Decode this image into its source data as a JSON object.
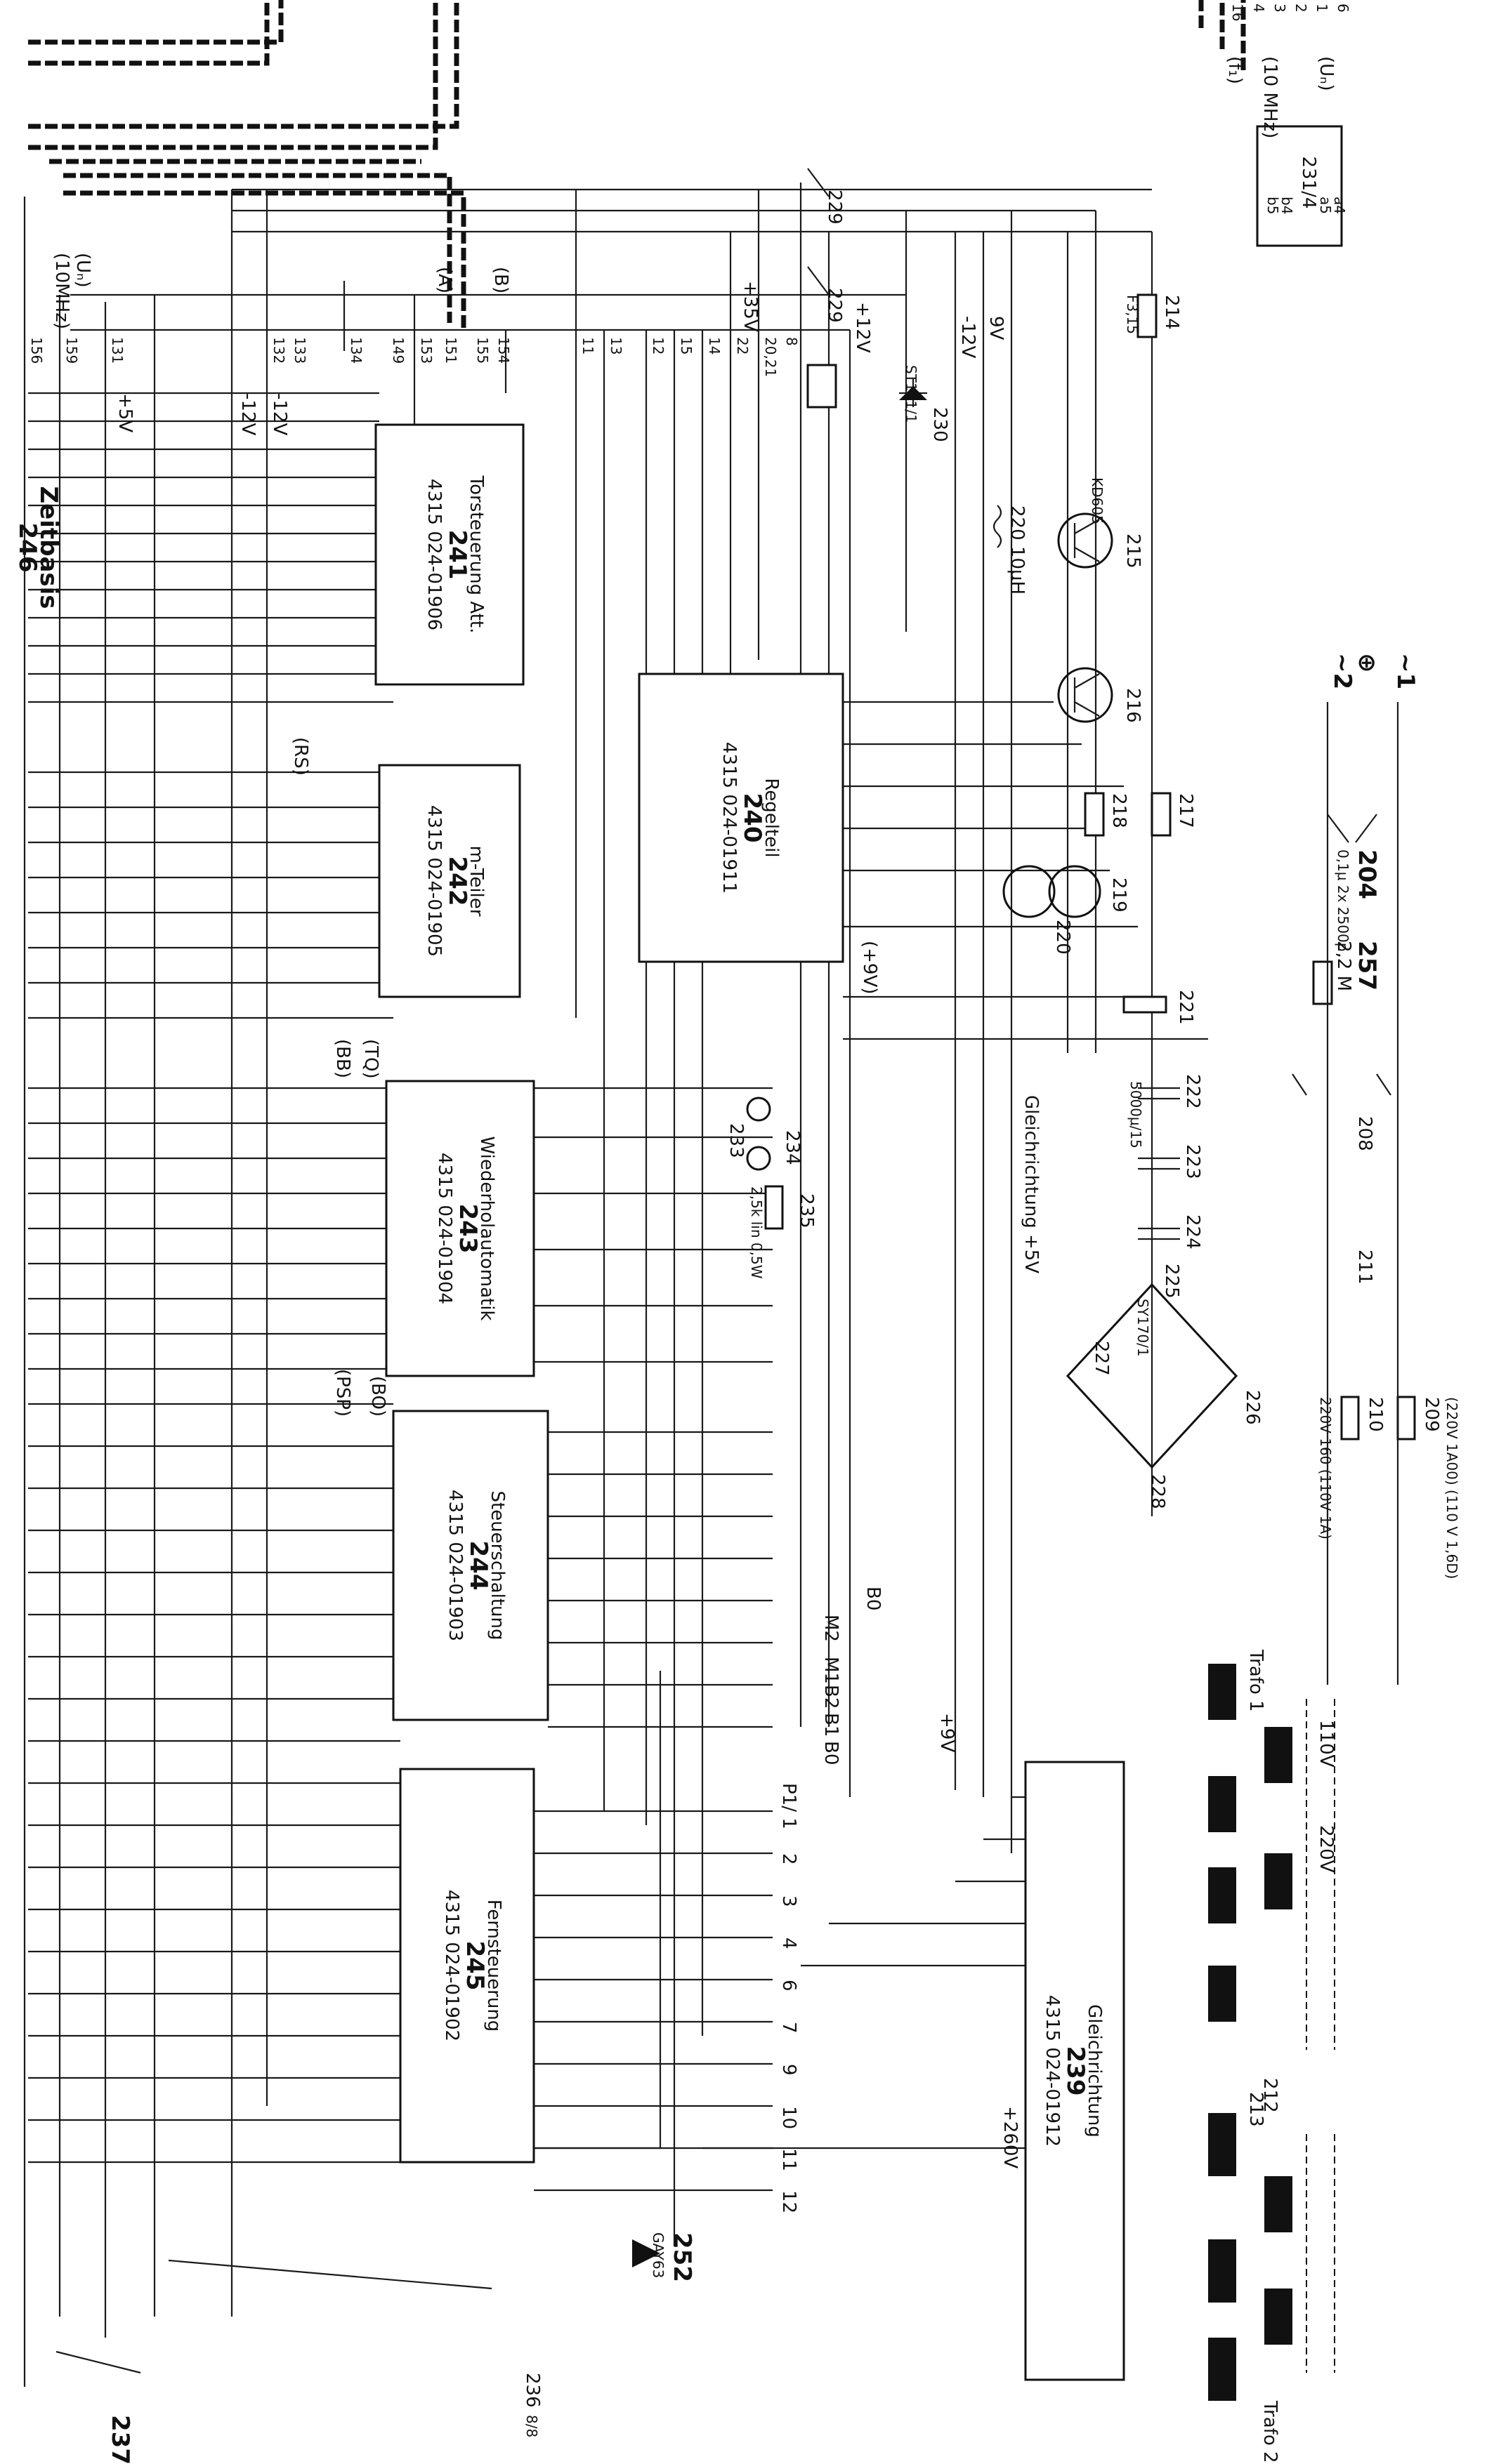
{
  "top_right": {
    "pins_a": [
      "16",
      "4",
      "3"
    ],
    "pins_b": [
      "2",
      "1",
      "6"
    ],
    "freq": "(10 MHz)",
    "un": "(Uₙ)",
    "frg": "(f₁)",
    "conn_231_4": "231/4",
    "conn_pins": [
      "b5",
      "b4",
      "a5",
      "a4"
    ]
  },
  "left_labels": {
    "freq": "(10MHz)",
    "un": "(Uₙ)",
    "a": "(A)",
    "b": "(B)",
    "nets_top": [
      "156",
      "159",
      "131",
      "132",
      "133",
      "134",
      "149",
      "153",
      "151",
      "155",
      "154",
      "11",
      "13",
      "12",
      "15",
      "14",
      "22",
      "20,21",
      "8"
    ],
    "rails": [
      "+5V",
      "-12V",
      "-12V",
      "+35V",
      "+12V",
      "9V",
      "-12V"
    ],
    "zeitbasis": "Zeitbasis",
    "zeitbasis_num": "246"
  },
  "modules": [
    {
      "id": "241",
      "name": "Torsteuerung Att.",
      "part": "4315 024-01906"
    },
    {
      "id": "242",
      "name": "m-Teiler",
      "part": "4315 024-01905"
    },
    {
      "id": "243",
      "name": "Wiederholautomatik",
      "part": "4315 024-01904"
    },
    {
      "id": "244",
      "name": "Steuerschaltung",
      "part": "4315 024-01903"
    },
    {
      "id": "245",
      "name": "Fernsteuerung",
      "part": "4315 024-01902"
    },
    {
      "id": "240",
      "name": "Regelteil",
      "part": "4315 024-01911"
    },
    {
      "id": "239",
      "name": "Gleichrichtung",
      "part": "4315 024-01912"
    }
  ],
  "components": {
    "r214": "214",
    "f315": "F3,15",
    "q215": "215",
    "q216": "216",
    "kd605": "KD605",
    "l220": "220 10μH",
    "r217": "217",
    "r218": "218",
    "q219": "219",
    "q220": "220",
    "r221": "221",
    "c222": "222",
    "c223": "223",
    "c224": "224",
    "c_val": "5000μ/15",
    "gleich5v": "Gleichrichtung +5V",
    "d225": "225",
    "d226": "226",
    "d227": "227",
    "d228": "228",
    "sy": "SY170/1",
    "c204": "204",
    "c204_val": "0,1μ 2x 2500p",
    "fuse257": "257",
    "fuse257_val": "2,2 M",
    "sw208": "208",
    "f209": "209",
    "f209_val": "(220V 1A00) (110 V 1,6D)",
    "f210": "210",
    "f210_val": "220V 160 (110V 1A)",
    "n211": "211",
    "trafo1": "Trafo 1",
    "trafo2": "Trafo 2",
    "t212": "212",
    "t213": "213",
    "v110": "110V",
    "v220": "220V",
    "d252": "252",
    "d252_part": "GAY63",
    "sw236": "236",
    "sw236_pins": "8/8",
    "sw237": "237",
    "relay229a": "229",
    "relay229b": "229",
    "relay230": "230",
    "st": "ST111/1",
    "lamp233": "233",
    "lamp234": "234",
    "r235": "235",
    "r235_val": "2,5k lin 0,5W",
    "mains": [
      "~2",
      "~1"
    ],
    "gnd_sym": "⊕",
    "plus260": "+260V",
    "plus9v": "+9V",
    "plus9v_box": "(+9V)"
  },
  "signals": [
    "(RS)",
    "(BB)",
    "(TQ)",
    "(PSP)",
    "(BO)"
  ],
  "remote_pins": [
    "P1/ 1",
    "2",
    "3",
    "4",
    "6",
    "7",
    "9",
    "10",
    "11",
    "12"
  ],
  "function_labels": [
    "M2",
    "M1",
    "B2",
    "B1",
    "B0",
    "B0"
  ]
}
